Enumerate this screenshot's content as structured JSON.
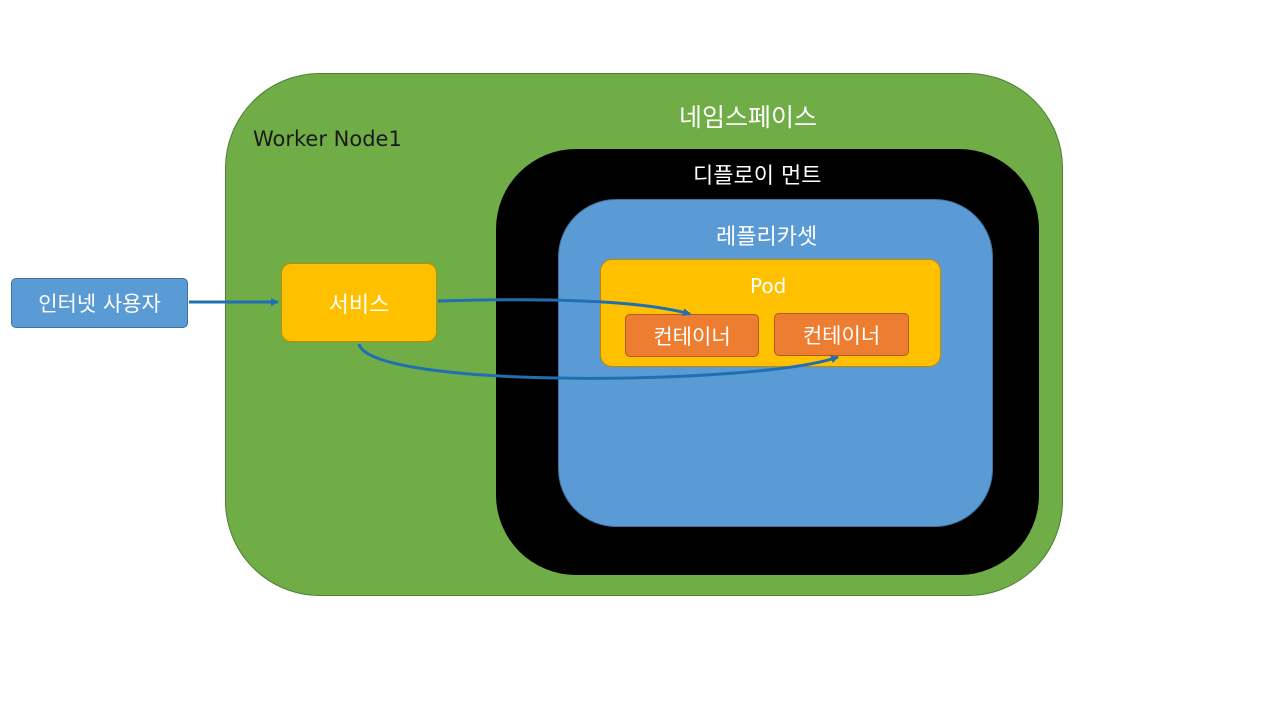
{
  "worker_node": {
    "label": "Worker  Node1"
  },
  "namespace": {
    "label": "네임스페이스"
  },
  "deployment": {
    "label": "디플로이 먼트"
  },
  "replicaset": {
    "label": "레플리카셋"
  },
  "pod": {
    "label": "Pod",
    "containers": [
      "컨테이너",
      "컨테이너"
    ]
  },
  "service": {
    "label": "서비스"
  },
  "internet_user": {
    "label": "인터넷 사용자"
  },
  "colors": {
    "node_green": "#70ad47",
    "deployment_black": "#000000",
    "replicaset_blue": "#5b9bd5",
    "pod_yellow": "#ffc000",
    "container_orange": "#ed7d31",
    "arrow_blue": "#1f6fb2"
  }
}
